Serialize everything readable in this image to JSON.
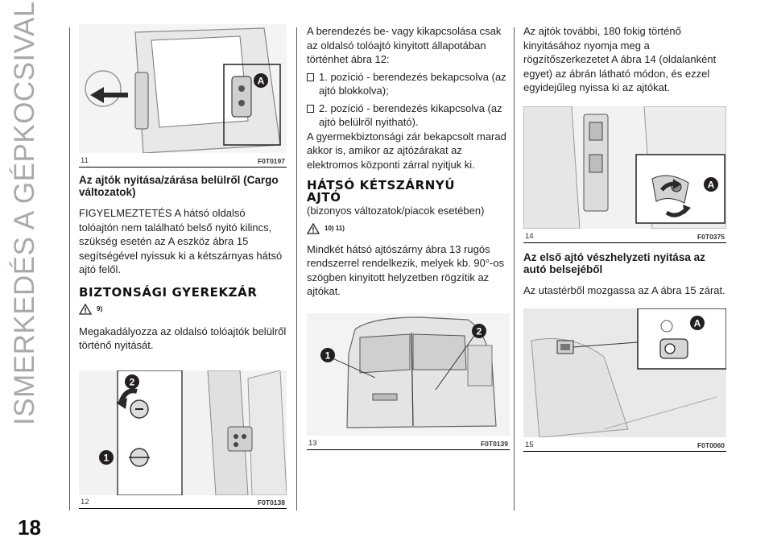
{
  "side_title": "ISMERKEDÉS A GÉPKOCSIVAL",
  "page_number": "18",
  "col1": {
    "fig11": {
      "num": "11",
      "code": "F0T0197",
      "callout": "A"
    },
    "heading_doors": "Az ajtók nyitása/zárása belülről (Cargo változatok)",
    "para_warning": "FIGYELMEZTETÉS A hátsó oldalsó tolóajtón nem található belső nyitó kilincs, szükség esetén az A eszköz ábra 15 segítségével nyissuk ki a kétszárnyas hátsó ajtó felől.",
    "heading_child": "BIZTONSÁGI GYEREKZÁR",
    "warn_ref": "9)",
    "para_child": "Megakadályozza az oldalsó tolóajtók belülről történő nyitását.",
    "fig12": {
      "num": "12",
      "code": "F0T0138",
      "callout1": "1",
      "callout2": "2"
    }
  },
  "col2": {
    "para_intro": "A berendezés be- vagy kikapcsolása csak az oldalsó tolóajtó kinyitott állapotában történhet ábra 12:",
    "item1": "1. pozíció - berendezés bekapcsolva (az ajtó blokkolva);",
    "item2": "2. pozíció - berendezés kikapcsolva (az ajtó belülről nyitható).",
    "para_lock": "A gyermekbiztonsági zár bekapcsolt marad akkor is, amikor az ajtózárakat az elektromos központi zárral nyitjuk ki.",
    "heading_rear": "HÁTSÓ KÉTSZÁRNYÚ AJTÓ",
    "para_versions": "(bizonyos változatok/piacok esetében)",
    "warn_ref": "10) 11)",
    "para_springs": "Mindkét hátsó ajtószárny ábra 13 rugós rendszerrel rendelkezik, melyek kb. 90°-os szögben kinyitott helyzetben rögzítik az ajtókat.",
    "fig13": {
      "num": "13",
      "code": "F0T0139",
      "callout1": "1",
      "callout2": "2"
    }
  },
  "col3": {
    "para_180": "Az ajtók további, 180 fokig történő kinyitásához nyomja meg a rögzítőszerkezetet A ábra 14 (oldalanként egyet) az ábrán látható módon, és ezzel egyidejűleg nyissa ki az ajtókat.",
    "fig14": {
      "num": "14",
      "code": "F0T0375",
      "callout": "A"
    },
    "heading_emergency": "Az első ajtó vészhelyzeti nyitása az autó belsejéből",
    "para_move": "Az utastérből mozgassa az A ábra 15 zárat.",
    "fig15": {
      "num": "15",
      "code": "F0T0060",
      "callout": "A"
    }
  }
}
